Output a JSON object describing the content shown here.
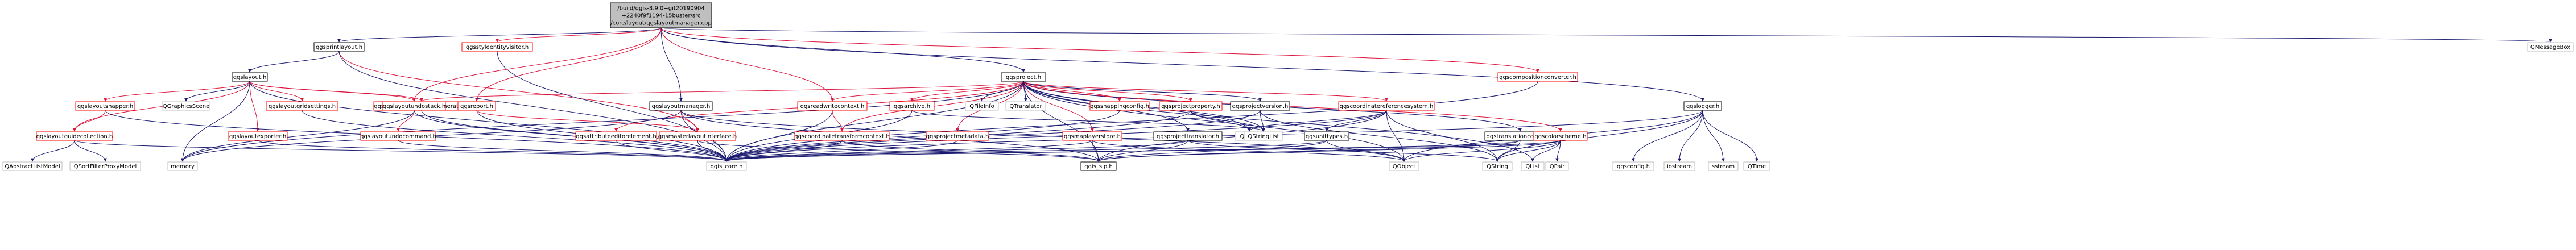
{
  "graph": {
    "colors": {
      "edge_blue": "#191970",
      "edge_red": "#dc143c",
      "node_stroke_dark": "#000000",
      "node_stroke_link": "#bfbfbf",
      "node_stroke_red": "#ff0000",
      "root_fill": "#bfbfbf",
      "node_fill": "#ffffff"
    },
    "nodes": [
      {
        "id": "root",
        "lines": [
          "/build/qgis-3.9.0+git20190904",
          "+2240f9f1194-15buster/src",
          "/core/layout/qgslayoutmanager.cpp"
        ],
        "style": "root"
      },
      {
        "id": "qgsprintlayout",
        "lines": [
          "qgsprintlayout.h"
        ],
        "style": "dark"
      },
      {
        "id": "qgsstyleentityvisitor",
        "lines": [
          "qgsstyleentityvisitor.h"
        ],
        "style": "red"
      },
      {
        "id": "qgsproject",
        "lines": [
          "qgsproject.h"
        ],
        "style": "dark"
      },
      {
        "id": "qgscompositionconverter",
        "lines": [
          "qgscompositionconverter.h"
        ],
        "style": "red"
      },
      {
        "id": "qmessagebox",
        "lines": [
          "QMessageBox"
        ],
        "style": "link"
      },
      {
        "id": "qgslayout",
        "lines": [
          "qgslayout.h"
        ],
        "style": "dark"
      },
      {
        "id": "qgslayoutsnapper",
        "lines": [
          "qgslayoutsnapper.h"
        ],
        "style": "red"
      },
      {
        "id": "qgraphicsscene",
        "lines": [
          "QGraphicsScene"
        ],
        "style": "link"
      },
      {
        "id": "qgslayoutgridsettings",
        "lines": [
          "qgslayoutgridsettings.h"
        ],
        "style": "red"
      },
      {
        "id": "qgsexpressioncontextgenerator",
        "lines": [
          "qgsexpressioncontextgenerator.h"
        ],
        "style": "red"
      },
      {
        "id": "qgslayoutundostack",
        "lines": [
          "qgslayoutundostack.h"
        ],
        "style": "red"
      },
      {
        "id": "qgsreport",
        "lines": [
          "qgsreport.h"
        ],
        "style": "red"
      },
      {
        "id": "qgslayoutmanager",
        "lines": [
          "qgslayoutmanager.h"
        ],
        "style": "dark"
      },
      {
        "id": "qgsreadwritecontext",
        "lines": [
          "qgsreadwritecontext.h"
        ],
        "style": "red"
      },
      {
        "id": "qgsarchive",
        "lines": [
          "qgsarchive.h"
        ],
        "style": "red"
      },
      {
        "id": "qfileinfo",
        "lines": [
          "QFileInfo"
        ],
        "style": "link"
      },
      {
        "id": "qtranslator",
        "lines": [
          "QTranslator"
        ],
        "style": "link"
      },
      {
        "id": "qgssnappingconfig",
        "lines": [
          "qgssnappingconfig.h"
        ],
        "style": "red"
      },
      {
        "id": "qgsprojectproperty",
        "lines": [
          "qgsprojectproperty.h"
        ],
        "style": "red"
      },
      {
        "id": "qgsprojectversion",
        "lines": [
          "qgsprojectversion.h"
        ],
        "style": "dark"
      },
      {
        "id": "qgscoordinatereferencesystem",
        "lines": [
          "qgscoordinatereferencesystem.h"
        ],
        "style": "red"
      },
      {
        "id": "qgslogger",
        "lines": [
          "qgslogger.h"
        ],
        "style": "dark"
      },
      {
        "id": "qgslayoutguidecollection",
        "lines": [
          "qgslayoutguidecollection.h"
        ],
        "style": "red"
      },
      {
        "id": "qgslayoutexporter",
        "lines": [
          "qgslayoutexporter.h"
        ],
        "style": "red"
      },
      {
        "id": "qgslayoutundocommand",
        "lines": [
          "qgslayoutundocommand.h"
        ],
        "style": "red"
      },
      {
        "id": "qgsattributeeditorelement",
        "lines": [
          "qgsattributeeditorelement.h"
        ],
        "style": "red"
      },
      {
        "id": "qgsmasterlayoutinterface",
        "lines": [
          "qgsmasterlayoutinterface.h"
        ],
        "style": "red"
      },
      {
        "id": "qgscoordinatetransformcontext",
        "lines": [
          "qgscoordinatetransformcontext.h"
        ],
        "style": "red"
      },
      {
        "id": "qgsprojectmetadata",
        "lines": [
          "qgsprojectmetadata.h"
        ],
        "style": "red"
      },
      {
        "id": "qgsmaplayerstore",
        "lines": [
          "qgsmaplayerstore.h"
        ],
        "style": "red"
      },
      {
        "id": "qgsprojecttranslator",
        "lines": [
          "qgsprojecttranslator.h"
        ],
        "style": "dark"
      },
      {
        "id": "qhash",
        "lines": [
          "QHash"
        ],
        "style": "link"
      },
      {
        "id": "qstringlist",
        "lines": [
          "QStringList"
        ],
        "style": "link"
      },
      {
        "id": "qgsunittypes",
        "lines": [
          "qgsunittypes.h"
        ],
        "style": "dark"
      },
      {
        "id": "qgstranslationcontext",
        "lines": [
          "qgstranslationcontext.h"
        ],
        "style": "dark"
      },
      {
        "id": "qgscolorscheme",
        "lines": [
          "qgscolorscheme.h"
        ],
        "style": "red"
      },
      {
        "id": "qabstractlistmodel",
        "lines": [
          "QAbstractListModel"
        ],
        "style": "link"
      },
      {
        "id": "qsortfilterproxymodel",
        "lines": [
          "QSortFilterProxyModel"
        ],
        "style": "link"
      },
      {
        "id": "memory",
        "lines": [
          "memory"
        ],
        "style": "link"
      },
      {
        "id": "qgis_core",
        "lines": [
          "qgis_core.h"
        ],
        "style": "link"
      },
      {
        "id": "qgis_sip",
        "lines": [
          "qgis_sip.h"
        ],
        "style": "dark"
      },
      {
        "id": "qobject",
        "lines": [
          "QObject"
        ],
        "style": "link"
      },
      {
        "id": "qstring",
        "lines": [
          "QString"
        ],
        "style": "link"
      },
      {
        "id": "qlist",
        "lines": [
          "QList"
        ],
        "style": "link"
      },
      {
        "id": "qpair",
        "lines": [
          "QPair"
        ],
        "style": "link"
      },
      {
        "id": "qgsconfig",
        "lines": [
          "qgsconfig.h"
        ],
        "style": "link"
      },
      {
        "id": "iostream",
        "lines": [
          "iostream"
        ],
        "style": "link"
      },
      {
        "id": "sstream",
        "lines": [
          "sstream"
        ],
        "style": "link"
      },
      {
        "id": "qtime",
        "lines": [
          "QTime"
        ],
        "style": "link"
      }
    ],
    "edges": [
      [
        "root",
        "qgsprintlayout",
        "blue"
      ],
      [
        "root",
        "qgsstyleentityvisitor",
        "red"
      ],
      [
        "root",
        "qgsproject",
        "blue"
      ],
      [
        "root",
        "qgscompositionconverter",
        "red"
      ],
      [
        "root",
        "qmessagebox",
        "blue"
      ],
      [
        "root",
        "qgslayoutmanager",
        "blue"
      ],
      [
        "root",
        "qgsreport",
        "red"
      ],
      [
        "root",
        "qgslayoutundostack",
        "red"
      ],
      [
        "root",
        "qgsreadwritecontext",
        "red"
      ],
      [
        "root",
        "qgslogger",
        "blue"
      ],
      [
        "qgsprintlayout",
        "qgslayout",
        "blue"
      ],
      [
        "qgsprintlayout",
        "qgsmasterlayoutinterface",
        "red"
      ],
      [
        "qgsprintlayout",
        "qgis_core",
        "blue"
      ],
      [
        "qgsstyleentityvisitor",
        "qgis_core",
        "blue"
      ],
      [
        "qgslayout",
        "qgslayoutsnapper",
        "red"
      ],
      [
        "qgslayout",
        "qgraphicsscene",
        "blue"
      ],
      [
        "qgslayout",
        "qgslayoutgridsettings",
        "red"
      ],
      [
        "qgslayout",
        "qgsexpressioncontextgenerator",
        "red"
      ],
      [
        "qgslayout",
        "qgslayoutguidecollection",
        "red"
      ],
      [
        "qgslayout",
        "qgslayoutexporter",
        "red"
      ],
      [
        "qgslayout",
        "qgslayoutundostack",
        "red"
      ],
      [
        "qgslayout",
        "qgis_core",
        "blue"
      ],
      [
        "qgslayout",
        "memory",
        "blue"
      ],
      [
        "qgslayoutsnapper",
        "qgslayoutguidecollection",
        "red"
      ],
      [
        "qgslayoutsnapper",
        "qgis_core",
        "blue"
      ],
      [
        "qgslayoutgridsettings",
        "qgis_core",
        "blue"
      ],
      [
        "qgslayoutguidecollection",
        "qabstractlistmodel",
        "blue"
      ],
      [
        "qgslayoutguidecollection",
        "qsortfilterproxymodel",
        "blue"
      ],
      [
        "qgslayoutguidecollection",
        "qgis_core",
        "blue"
      ],
      [
        "qgslayoutexporter",
        "qgis_core",
        "blue"
      ],
      [
        "qgslayoutundostack",
        "qgslayoutundocommand",
        "red"
      ],
      [
        "qgslayoutundostack",
        "qgis_core",
        "blue"
      ],
      [
        "qgslayoutundostack",
        "memory",
        "blue"
      ],
      [
        "qgslayoutundocommand",
        "qgis_core",
        "blue"
      ],
      [
        "qgsreport",
        "qgsmasterlayoutinterface",
        "red"
      ],
      [
        "qgsreport",
        "qgis_core",
        "blue"
      ],
      [
        "qgsproject",
        "qgsexpressioncontextgenerator",
        "red"
      ],
      [
        "qgsproject",
        "qgsarchive",
        "red"
      ],
      [
        "qgsproject",
        "qfileinfo",
        "blue"
      ],
      [
        "qgsproject",
        "qtranslator",
        "blue"
      ],
      [
        "qgsproject",
        "qgssnappingconfig",
        "red"
      ],
      [
        "qgsproject",
        "qgsprojectproperty",
        "red"
      ],
      [
        "qgsproject",
        "qgsprojectversion",
        "blue"
      ],
      [
        "qgsproject",
        "qgscoordinatereferencesystem",
        "red"
      ],
      [
        "qgsproject",
        "qgsreadwritecontext",
        "red"
      ],
      [
        "qgsproject",
        "qgsattributeeditorelement",
        "red"
      ],
      [
        "qgsproject",
        "qgscoordinatetransformcontext",
        "red"
      ],
      [
        "qgsproject",
        "qgsprojectmetadata",
        "red"
      ],
      [
        "qgsproject",
        "qgsmaplayerstore",
        "red"
      ],
      [
        "qgsproject",
        "qgsprojecttranslator",
        "blue"
      ],
      [
        "qgsproject",
        "qgstranslationcontext",
        "blue"
      ],
      [
        "qgsproject",
        "qgscolorscheme",
        "red"
      ],
      [
        "qgsproject",
        "qhash",
        "blue"
      ],
      [
        "qgsproject",
        "qstringlist",
        "blue"
      ],
      [
        "qgsproject",
        "qgis_core",
        "blue"
      ],
      [
        "qgsproject",
        "qgis_sip",
        "blue"
      ],
      [
        "qgsproject",
        "memory",
        "blue"
      ],
      [
        "qgsproject",
        "qobject",
        "blue"
      ],
      [
        "qgsproject",
        "qlist",
        "blue"
      ],
      [
        "qgscompositionconverter",
        "qgis_core",
        "blue"
      ],
      [
        "qgslayoutmanager",
        "qgis_core",
        "blue"
      ],
      [
        "qgslayoutmanager",
        "qgis_sip",
        "blue"
      ],
      [
        "qgslayoutmanager",
        "qgsmasterlayoutinterface",
        "red"
      ],
      [
        "qgslayoutmanager",
        "qobject",
        "blue"
      ],
      [
        "qgslayoutmanager",
        "memory",
        "blue"
      ],
      [
        "qgsreadwritecontext",
        "qgscoordinatetransformcontext",
        "red"
      ],
      [
        "qgsreadwritecontext",
        "qgis_core",
        "blue"
      ],
      [
        "qgsarchive",
        "qgis_core",
        "blue"
      ],
      [
        "qgsarchive",
        "qstringlist",
        "blue"
      ],
      [
        "qgssnappingconfig",
        "qgis_core",
        "blue"
      ],
      [
        "qgsprojectproperty",
        "qhash",
        "blue"
      ],
      [
        "qgsprojectproperty",
        "qstringlist",
        "blue"
      ],
      [
        "qgsprojectproperty",
        "qgis_core",
        "blue"
      ],
      [
        "qgsprojectversion",
        "qstring",
        "blue"
      ],
      [
        "qgsprojectversion",
        "qstringlist",
        "blue"
      ],
      [
        "qgsprojectversion",
        "qgis_core",
        "blue"
      ],
      [
        "qgscoordinatereferencesystem",
        "qgsunittypes",
        "blue"
      ],
      [
        "qgscoordinatereferencesystem",
        "qhash",
        "blue"
      ],
      [
        "qgscoordinatereferencesystem",
        "qgis_core",
        "blue"
      ],
      [
        "qgscoordinatereferencesystem",
        "qgis_sip",
        "blue"
      ],
      [
        "qgscoordinatereferencesystem",
        "qobject",
        "blue"
      ],
      [
        "qgscoordinatereferencesystem",
        "qstring",
        "blue"
      ],
      [
        "qgsattributeeditorelement",
        "qgis_core",
        "blue"
      ],
      [
        "qgscoordinatetransformcontext",
        "qgis_core",
        "blue"
      ],
      [
        "qgscoordinatetransformcontext",
        "qgis_sip",
        "blue"
      ],
      [
        "qgsprojectmetadata",
        "qgis_core",
        "blue"
      ],
      [
        "qgsmaplayerstore",
        "qgis_core",
        "blue"
      ],
      [
        "qgsmaplayerstore",
        "qgis_sip",
        "blue"
      ],
      [
        "qgsmaplayerstore",
        "qobject",
        "blue"
      ],
      [
        "qgsprojecttranslator",
        "qgis_core",
        "blue"
      ],
      [
        "qgsprojecttranslator",
        "qgis_sip",
        "blue"
      ],
      [
        "qgsprojecttranslator",
        "qstring",
        "blue"
      ],
      [
        "qgsunittypes",
        "qgis_core",
        "blue"
      ],
      [
        "qgsunittypes",
        "qgis_sip",
        "blue"
      ],
      [
        "qgsunittypes",
        "qobject",
        "blue"
      ],
      [
        "qgstranslationcontext",
        "qgis_core",
        "blue"
      ],
      [
        "qgstranslationcontext",
        "qgis_sip",
        "blue"
      ],
      [
        "qgstranslationcontext",
        "qstring",
        "blue"
      ],
      [
        "qgscolorscheme",
        "qgis_core",
        "blue"
      ],
      [
        "qgscolorscheme",
        "qgis_sip",
        "blue"
      ],
      [
        "qgscolorscheme",
        "qstring",
        "blue"
      ],
      [
        "qgscolorscheme",
        "qlist",
        "blue"
      ],
      [
        "qgscolorscheme",
        "qpair",
        "blue"
      ],
      [
        "qgscolorscheme",
        "qobject",
        "blue"
      ],
      [
        "qgsmasterlayoutinterface",
        "qgis_core",
        "blue"
      ],
      [
        "qgsmasterlayoutinterface",
        "qgis_sip",
        "blue"
      ],
      [
        "qgsexpressioncontextgenerator",
        "qgis_core",
        "blue"
      ],
      [
        "qgslogger",
        "qgis_core",
        "blue"
      ],
      [
        "qgslogger",
        "qgsconfig",
        "blue"
      ],
      [
        "qgslogger",
        "iostream",
        "blue"
      ],
      [
        "qgslogger",
        "sstream",
        "blue"
      ],
      [
        "qgslogger",
        "qtime",
        "blue"
      ],
      [
        "qgslogger",
        "qstring",
        "blue"
      ],
      [
        "qgslogger",
        "qobject",
        "blue"
      ]
    ]
  }
}
